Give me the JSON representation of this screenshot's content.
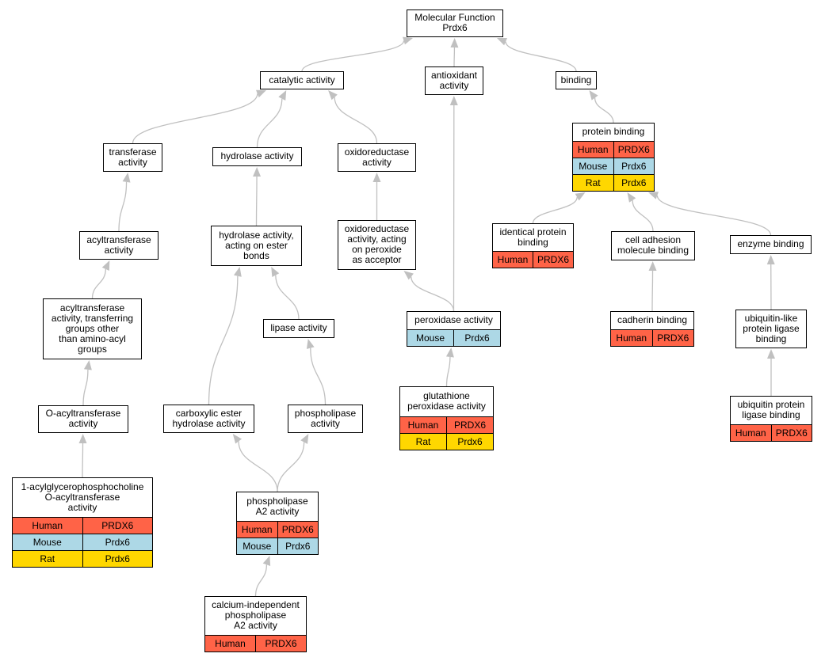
{
  "colors": {
    "edge": "#c0c0c0",
    "Human": "#ff6347",
    "Mouse": "#add8e6",
    "Rat": "#ffd700",
    "border": "#000000"
  },
  "nodes": [
    {
      "id": "mf",
      "name": "node-molecular-function",
      "label": "Molecular Function\nPrdx6",
      "rows": []
    },
    {
      "id": "cat",
      "name": "node-catalytic-activity",
      "label": "catalytic activity",
      "rows": []
    },
    {
      "id": "antiox",
      "name": "node-antioxidant-activity",
      "label": "antioxidant\nactivity",
      "rows": []
    },
    {
      "id": "binding",
      "name": "node-binding",
      "label": "binding",
      "rows": []
    },
    {
      "id": "transf",
      "name": "node-transferase-activity",
      "label": "transferase\nactivity",
      "rows": []
    },
    {
      "id": "hydro",
      "name": "node-hydrolase-activity",
      "label": "hydrolase activity",
      "rows": []
    },
    {
      "id": "oxido",
      "name": "node-oxidoreductase-activity",
      "label": "oxidoreductase\nactivity",
      "rows": []
    },
    {
      "id": "protbind",
      "name": "node-protein-binding",
      "label": "protein binding",
      "rows": [
        {
          "species": "Human",
          "gene": "PRDX6"
        },
        {
          "species": "Mouse",
          "gene": "Prdx6"
        },
        {
          "species": "Rat",
          "gene": "Prdx6"
        }
      ]
    },
    {
      "id": "acyltr",
      "name": "node-acyltransferase-activity",
      "label": "acyltransferase\nactivity",
      "rows": []
    },
    {
      "id": "hydroester",
      "name": "node-hydrolase-ester-bonds",
      "label": "hydrolase activity,\nacting on ester\nbonds",
      "rows": []
    },
    {
      "id": "oxidoperox",
      "name": "node-oxidoreductase-peroxide",
      "label": "oxidoreductase\nactivity, acting\non peroxide\nas acceptor",
      "rows": []
    },
    {
      "id": "identprot",
      "name": "node-identical-protein-binding",
      "label": "identical protein\nbinding",
      "rows": [
        {
          "species": "Human",
          "gene": "PRDX6"
        }
      ]
    },
    {
      "id": "celladh",
      "name": "node-cell-adhesion-molecule-binding",
      "label": "cell adhesion\nmolecule binding",
      "rows": []
    },
    {
      "id": "enzbind",
      "name": "node-enzyme-binding",
      "label": "enzyme binding",
      "rows": []
    },
    {
      "id": "acyltr2",
      "name": "node-acyltransferase-other-groups",
      "label": "acyltransferase\nactivity, transferring\ngroups other\nthan amino-acyl\ngroups",
      "rows": []
    },
    {
      "id": "lipase",
      "name": "node-lipase-activity",
      "label": "lipase activity",
      "rows": []
    },
    {
      "id": "peroxidase",
      "name": "node-peroxidase-activity",
      "label": "peroxidase activity",
      "rows": [
        {
          "species": "Mouse",
          "gene": "Prdx6"
        }
      ]
    },
    {
      "id": "cadherin",
      "name": "node-cadherin-binding",
      "label": "cadherin binding",
      "rows": [
        {
          "species": "Human",
          "gene": "PRDX6"
        }
      ]
    },
    {
      "id": "ubilike",
      "name": "node-ubiquitin-like-protein-ligase-binding",
      "label": "ubiquitin-like\nprotein ligase\nbinding",
      "rows": []
    },
    {
      "id": "glutath",
      "name": "node-glutathione-peroxidase-activity",
      "label": "glutathione\nperoxidase activity",
      "rows": [
        {
          "species": "Human",
          "gene": "PRDX6"
        },
        {
          "species": "Rat",
          "gene": "Prdx6"
        }
      ]
    },
    {
      "id": "oacyl",
      "name": "node-o-acyltransferase-activity",
      "label": "O-acyltransferase\nactivity",
      "rows": []
    },
    {
      "id": "carbox",
      "name": "node-carboxylic-ester-hydrolase-activity",
      "label": "carboxylic ester\nhydrolase activity",
      "rows": []
    },
    {
      "id": "phospho",
      "name": "node-phospholipase-activity",
      "label": "phospholipase\nactivity",
      "rows": []
    },
    {
      "id": "ubiprot",
      "name": "node-ubiquitin-protein-ligase-binding",
      "label": "ubiquitin protein\nligase binding",
      "rows": [
        {
          "species": "Human",
          "gene": "PRDX6"
        }
      ]
    },
    {
      "id": "acylglyc",
      "name": "node-1-acylglycerophosphocholine-o-acyltransferase",
      "label": "1-acylglycerophosphocholine\nO-acyltransferase\nactivity",
      "rows": [
        {
          "species": "Human",
          "gene": "PRDX6"
        },
        {
          "species": "Mouse",
          "gene": "Prdx6"
        },
        {
          "species": "Rat",
          "gene": "Prdx6"
        }
      ]
    },
    {
      "id": "pla2",
      "name": "node-phospholipase-a2-activity",
      "label": "phospholipase\nA2 activity",
      "rows": [
        {
          "species": "Human",
          "gene": "PRDX6"
        },
        {
          "species": "Mouse",
          "gene": "Prdx6"
        }
      ]
    },
    {
      "id": "calind",
      "name": "node-calcium-independent-phospholipase-a2",
      "label": "calcium-independent\nphospholipase\nA2 activity",
      "rows": [
        {
          "species": "Human",
          "gene": "PRDX6"
        }
      ]
    }
  ],
  "edges": [
    {
      "from": "cat",
      "to": "mf"
    },
    {
      "from": "antiox",
      "to": "mf"
    },
    {
      "from": "binding",
      "to": "mf"
    },
    {
      "from": "transf",
      "to": "cat"
    },
    {
      "from": "hydro",
      "to": "cat"
    },
    {
      "from": "oxido",
      "to": "cat"
    },
    {
      "from": "protbind",
      "to": "binding"
    },
    {
      "from": "acyltr",
      "to": "transf"
    },
    {
      "from": "hydroester",
      "to": "hydro"
    },
    {
      "from": "oxidoperox",
      "to": "oxido"
    },
    {
      "from": "identprot",
      "to": "protbind"
    },
    {
      "from": "celladh",
      "to": "protbind"
    },
    {
      "from": "enzbind",
      "to": "protbind"
    },
    {
      "from": "acyltr2",
      "to": "acyltr"
    },
    {
      "from": "lipase",
      "to": "hydroester"
    },
    {
      "from": "carbox",
      "to": "hydroester"
    },
    {
      "from": "peroxidase",
      "to": "oxidoperox"
    },
    {
      "from": "peroxidase",
      "to": "antiox"
    },
    {
      "from": "cadherin",
      "to": "celladh"
    },
    {
      "from": "ubilike",
      "to": "enzbind"
    },
    {
      "from": "glutath",
      "to": "peroxidase"
    },
    {
      "from": "oacyl",
      "to": "acyltr2"
    },
    {
      "from": "phospho",
      "to": "lipase"
    },
    {
      "from": "ubiprot",
      "to": "ubilike"
    },
    {
      "from": "acylglyc",
      "to": "oacyl"
    },
    {
      "from": "pla2",
      "to": "carbox"
    },
    {
      "from": "pla2",
      "to": "phospho"
    },
    {
      "from": "calind",
      "to": "pla2"
    }
  ]
}
